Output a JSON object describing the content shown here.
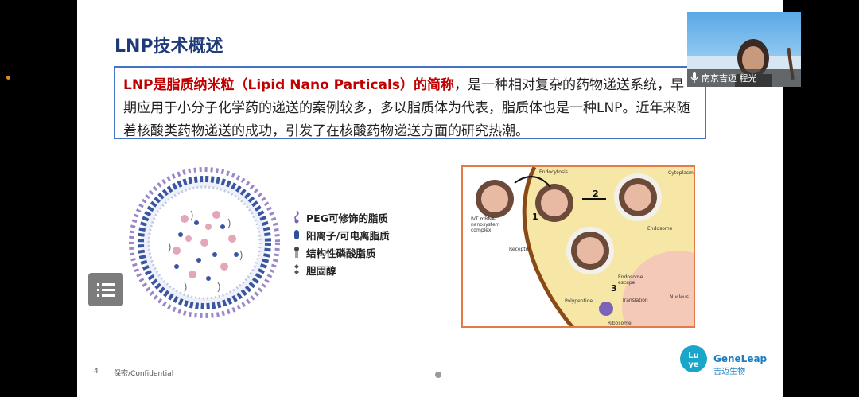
{
  "slide": {
    "title": "LNP技术概述",
    "intro_highlight": "LNP是脂质纳米粒（Lipid Nano Particals）的简称",
    "intro_rest": "，是一种相对复杂的药物递送系统，早期应用于小分子化学药的递送的案例较多，多以脂质体为代表，脂质体也是一种LNP。近年来随着核酸类药物递送的成功，引发了在核酸药物递送方面的研究热潮。",
    "legend": [
      {
        "label": "PEG可修饰的脂质",
        "icon": "peg-lipid-icon",
        "color": "#7b5fb3"
      },
      {
        "label": "阳离子/可电离脂质",
        "icon": "cationic-lipid-icon",
        "color": "#2f4f9a"
      },
      {
        "label": "结构性磷酸脂质",
        "icon": "phospholipid-icon",
        "color": "#444444"
      },
      {
        "label": "胆固醇",
        "icon": "cholesterol-icon",
        "color": "#555555"
      }
    ],
    "figure": {
      "endocytosis": "Endocytosis",
      "cytoplasm": "Cytoplasm",
      "ivt": "IVT mRNA-nanosystem complex",
      "receptor": "Receptor",
      "endosome": "Endosome",
      "endosome_escape": "Endosome escape",
      "polypeptide": "Polypeptide",
      "translation": "Translation",
      "ribosome": "Ribosome",
      "nucleus": "Nucleus",
      "step1": "1",
      "step2": "2",
      "step3": "3"
    },
    "page_number": "4",
    "confidential": "保密/Confidential",
    "logo_name": "GeneLeap",
    "logo_cn": "吉迈生物",
    "logo_mark": "Lu ye"
  },
  "video": {
    "caption": "南京吉迈 程光"
  },
  "colors": {
    "title": "#1f3a78",
    "highlight": "#c00000",
    "box_border": "#4472c4",
    "figure_border": "#e67a46"
  }
}
